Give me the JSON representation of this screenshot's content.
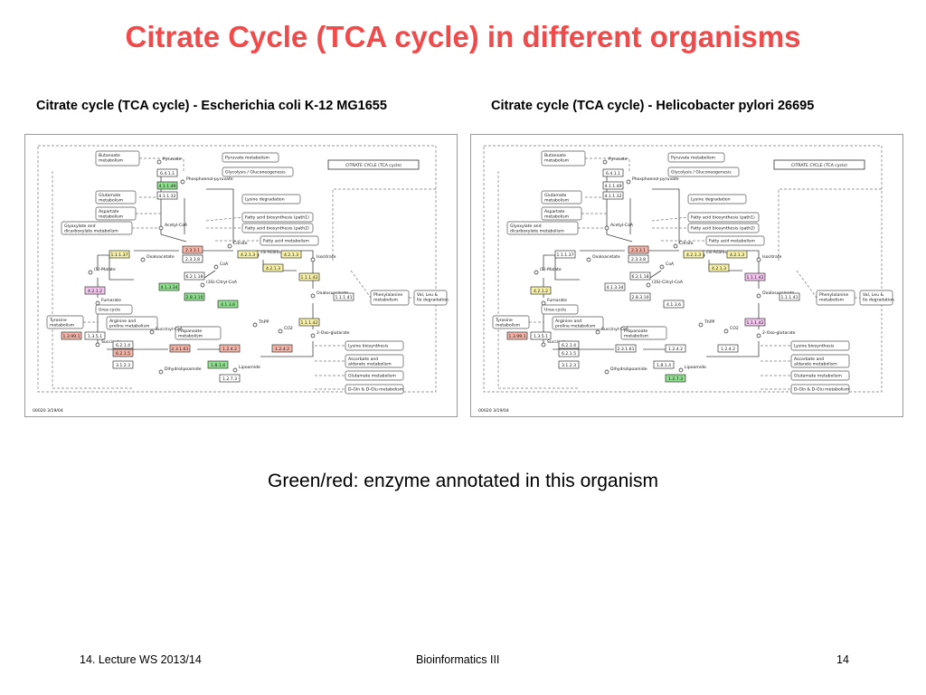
{
  "slide": {
    "title": "Citrate Cycle (TCA cycle) in different organisms",
    "caption": "Green/red: enzyme annotated in this organism",
    "footer_left": "14. Lecture WS 2013/14",
    "footer_center": "Bioinformatics III",
    "footer_right": "14"
  },
  "colors": {
    "title": "#f04a4a",
    "enzyme_green": "#8fe08f",
    "enzyme_red": "#f6b5a8",
    "enzyme_yellow": "#f7f2a8",
    "enzyme_pink": "#f4c6f0",
    "enzyme_plain": "#ffffff"
  },
  "map_title": "CITRATE CYCLE (TCA cycle)",
  "map_footer": "00020  3/19/04",
  "compounds": {
    "pyruvate": "Pyruvate",
    "acetyl_coa": "Acetyl-CoA",
    "oxaloacetate": "Oxaloacetate",
    "citrate": "Citrate",
    "cis_aconitate": "cis-Aconitate",
    "isocitrate": "Isocitrate",
    "oxalosuccinate": "Oxalosuccinate",
    "oxoglutarate": "2-Oxo-glutarate",
    "succinyl_coa": "Succinyl-CoA",
    "succinate": "Succinate",
    "fumarate": "Fumarate",
    "malate": "(S)-Malate",
    "phosphoenolpyruvate": "Phosphoenol-pyruvate",
    "citryl_coa": "(3S)-Citryl-CoA",
    "coa": "CoA",
    "co2": "CO2",
    "tpp": "ThPP",
    "lipoamide": "Lipoamide",
    "dihydrolipoamide": "Dihydrolipoamide"
  },
  "maps": {
    "butanoate": "Butanoate metabolism",
    "pyruvate_met": "Pyruvate metabolism",
    "glycolysis": "Glycolysis / Gluconeogenesis",
    "glutamate": "Glutamate metabolism",
    "aspartate": "Aspartate metabolism",
    "lysine_deg": "Lysine degradation",
    "glyoxylate": "Glyoxylate and dicarboxylate metabolism",
    "fatty_mito": "Fatty acid biosynthesis (path1)",
    "fatty_path2": "Fatty acid biosynthesis (path2)",
    "fatty_met": "Fatty acid metabolism",
    "tyrosine": "Tyrosine metabolism",
    "urea": "Urea cycle",
    "arginine": "Arginine and proline metabolism",
    "propanoate": "Propanoate metabolism",
    "phenylalanine": "Phenylalanine metabolism",
    "val_leu": "Val, Leu & Ile degradation",
    "lysine_bio": "Lysine biosynthesis",
    "ascorbate": "Ascorbate and aldarate metabolism",
    "glutamate2": "Glutamate metabolism",
    "dglu": "D-Gln & D-Glu metabolism"
  },
  "panels": [
    {
      "subtitle": "Citrate cycle (TCA cycle) - Escherichia coli K-12 MG1655",
      "enzymes": [
        {
          "id": "6.4.1.1",
          "color": "plain"
        },
        {
          "id": "4.1.1.49",
          "color": "green"
        },
        {
          "id": "4.1.1.32",
          "color": "plain"
        },
        {
          "id": "1.1.1.37",
          "color": "yellow"
        },
        {
          "id": "2.3.3.1",
          "color": "red"
        },
        {
          "id": "2.3.3.8",
          "color": "plain"
        },
        {
          "id": "4.2.1.3",
          "color": "yellow"
        },
        {
          "id": "4.2.1.3",
          "color": "yellow"
        },
        {
          "id": "4.2.1.3",
          "color": "yellow"
        },
        {
          "id": "6.2.1.18",
          "color": "plain"
        },
        {
          "id": "4.1.3.34",
          "color": "green"
        },
        {
          "id": "2.8.3.10",
          "color": "green"
        },
        {
          "id": "4.1.3.6",
          "color": "green"
        },
        {
          "id": "1.1.1.42",
          "color": "yellow"
        },
        {
          "id": "1.1.1.41",
          "color": "plain"
        },
        {
          "id": "1.1.1.42",
          "color": "yellow"
        },
        {
          "id": "4.2.1.2",
          "color": "pink"
        },
        {
          "id": "1.3.99.1",
          "color": "red"
        },
        {
          "id": "1.3.5.1",
          "color": "plain"
        },
        {
          "id": "6.2.1.4",
          "color": "plain"
        },
        {
          "id": "6.2.1.5",
          "color": "red"
        },
        {
          "id": "3.1.2.3",
          "color": "plain"
        },
        {
          "id": "2.3.1.61",
          "color": "red"
        },
        {
          "id": "1.2.4.2",
          "color": "red"
        },
        {
          "id": "1.2.4.2",
          "color": "red"
        },
        {
          "id": "1.8.1.4",
          "color": "green"
        },
        {
          "id": "1.2.7.3",
          "color": "plain"
        }
      ]
    },
    {
      "subtitle": "Citrate cycle (TCA cycle) - Helicobacter pylori 26695",
      "enzymes": [
        {
          "id": "6.4.1.1",
          "color": "plain"
        },
        {
          "id": "4.1.1.49",
          "color": "plain"
        },
        {
          "id": "4.1.1.32",
          "color": "plain"
        },
        {
          "id": "1.1.1.37",
          "color": "plain"
        },
        {
          "id": "2.3.3.1",
          "color": "red"
        },
        {
          "id": "2.3.3.8",
          "color": "plain"
        },
        {
          "id": "4.2.1.3",
          "color": "yellow"
        },
        {
          "id": "4.2.1.3",
          "color": "yellow"
        },
        {
          "id": "4.2.1.3",
          "color": "yellow"
        },
        {
          "id": "6.2.1.18",
          "color": "plain"
        },
        {
          "id": "4.1.3.34",
          "color": "plain"
        },
        {
          "id": "2.8.3.10",
          "color": "plain"
        },
        {
          "id": "4.1.3.6",
          "color": "plain"
        },
        {
          "id": "1.1.1.42",
          "color": "pink"
        },
        {
          "id": "1.1.1.41",
          "color": "plain"
        },
        {
          "id": "1.1.1.42",
          "color": "pink"
        },
        {
          "id": "4.2.1.2",
          "color": "yellow"
        },
        {
          "id": "1.3.99.1",
          "color": "red"
        },
        {
          "id": "1.3.5.1",
          "color": "plain"
        },
        {
          "id": "6.2.1.4",
          "color": "plain"
        },
        {
          "id": "6.2.1.5",
          "color": "plain"
        },
        {
          "id": "3.1.2.3",
          "color": "plain"
        },
        {
          "id": "2.3.1.61",
          "color": "plain"
        },
        {
          "id": "1.2.4.2",
          "color": "plain"
        },
        {
          "id": "1.2.4.2",
          "color": "plain"
        },
        {
          "id": "1.8.1.4",
          "color": "plain"
        },
        {
          "id": "1.2.7.3",
          "color": "green"
        }
      ]
    }
  ]
}
